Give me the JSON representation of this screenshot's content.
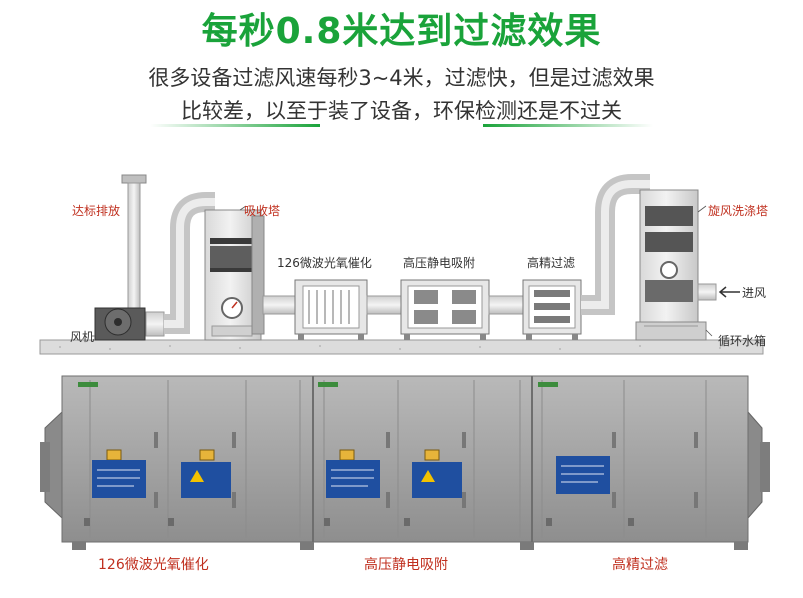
{
  "headline": "每秒0.8米达到过滤效果",
  "subtitle": {
    "line1": "很多设备过滤风速每秒3~4米，过滤快，但是过滤效果",
    "line2": "比较差，以至于装了设备，环保检测还是不过关"
  },
  "diagram": {
    "labels": {
      "exhaust": "达标排放",
      "fan": "风机",
      "absorber": "吸收塔",
      "uv": "126微波光氧催化",
      "esp": "高压静电吸附",
      "fine_filter": "高精过滤",
      "scrubber": "旋风洗涤塔",
      "inlet": "进风",
      "water_tank": "循环水箱"
    }
  },
  "photo": {
    "captions": {
      "uv": "126微波光氧催化",
      "esp": "高压静电吸附",
      "fine_filter": "高精过滤"
    }
  },
  "colors": {
    "accent_green": "#1aa33a",
    "label_red": "#c0301f",
    "steel": "#9a9a9a",
    "warning_blue": "#1f4fa0"
  }
}
